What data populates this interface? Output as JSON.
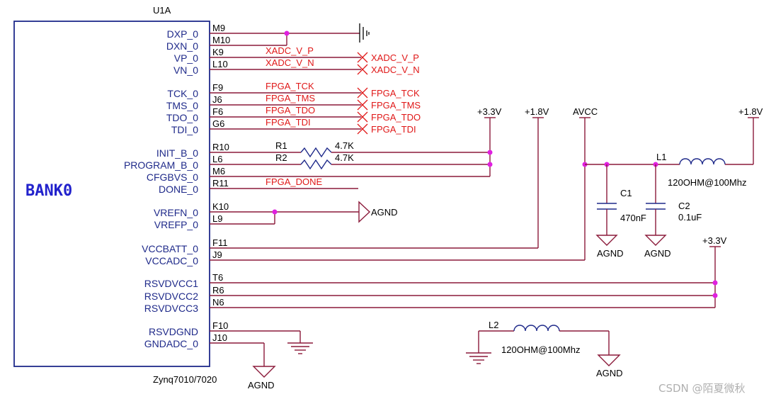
{
  "component": {
    "ref": "U1A",
    "bank": "BANK0",
    "part": "Zynq7010/7020"
  },
  "pins": [
    {
      "label": "DXP_0",
      "num": "M9"
    },
    {
      "label": "DXN_0",
      "num": "M10"
    },
    {
      "label": "VP_0",
      "num": "K9"
    },
    {
      "label": "VN_0",
      "num": "L10"
    },
    {
      "label": "TCK_0",
      "num": "F9"
    },
    {
      "label": "TMS_0",
      "num": "J6"
    },
    {
      "label": "TDO_0",
      "num": "F6"
    },
    {
      "label": "TDI_0",
      "num": "G6"
    },
    {
      "label": "INIT_B_0",
      "num": "R10"
    },
    {
      "label": "PROGRAM_B_0",
      "num": "L6"
    },
    {
      "label": "CFGBVS_0",
      "num": "M6"
    },
    {
      "label": "DONE_0",
      "num": "R11"
    },
    {
      "label": "VREFN_0",
      "num": "K10"
    },
    {
      "label": "VREFP_0",
      "num": "L9"
    },
    {
      "label": "VCCBATT_0",
      "num": "F11"
    },
    {
      "label": "VCCADC_0",
      "num": "J9"
    },
    {
      "label": "RSVDVCC1",
      "num": "T6"
    },
    {
      "label": "RSVDVCC2",
      "num": "R6"
    },
    {
      "label": "RSVDVCC3",
      "num": "N6"
    },
    {
      "label": "RSVDGND",
      "num": "F10"
    },
    {
      "label": "GNDADC_0",
      "num": "J10"
    }
  ],
  "nets": {
    "xadc_v_p": "XADC_V_P",
    "xadc_v_n": "XADC_V_N",
    "fpga_tck": "FPGA_TCK",
    "fpga_tms": "FPGA_TMS",
    "fpga_tdo": "FPGA_TDO",
    "fpga_tdi": "FPGA_TDI",
    "fpga_done": "FPGA_DONE"
  },
  "power": {
    "p33_top": "+3.3V",
    "p18_top": "+1.8V",
    "avcc": "AVCC",
    "p18_right": "+1.8V",
    "p33_right": "+3.3V",
    "agnd_vref": "AGND",
    "agnd_c1": "AGND",
    "agnd_c2": "AGND",
    "agnd_gndadc": "AGND",
    "agnd_l2": "AGND"
  },
  "parts": {
    "r1": {
      "ref": "R1",
      "value": "4.7K"
    },
    "r2": {
      "ref": "R2",
      "value": "4.7K"
    },
    "c1": {
      "ref": "C1",
      "value": "470nF"
    },
    "c2": {
      "ref": "C2",
      "value": "0.1uF"
    },
    "l1": {
      "ref": "L1",
      "value": "120OHM@100Mhz"
    },
    "l2": {
      "ref": "L2",
      "value": "120OHM@100Mhz"
    }
  },
  "watermark": "CSDN @陌夏微秋"
}
